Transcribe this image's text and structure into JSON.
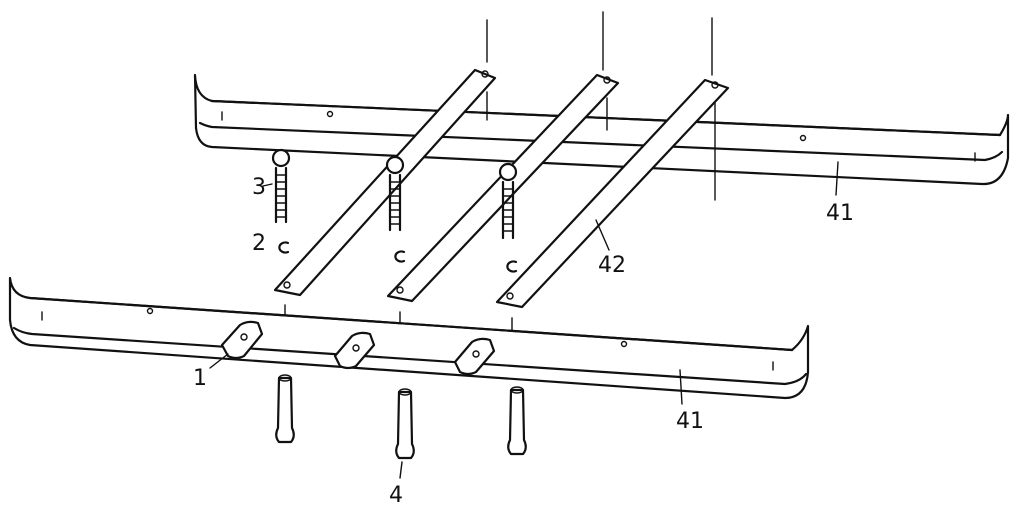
{
  "diagram": {
    "labels": {
      "part_1": "1",
      "part_2": "2",
      "part_3": "3",
      "part_4": "4",
      "rail_upper": "41",
      "rail_lower": "41",
      "crossbar": "42"
    }
  }
}
